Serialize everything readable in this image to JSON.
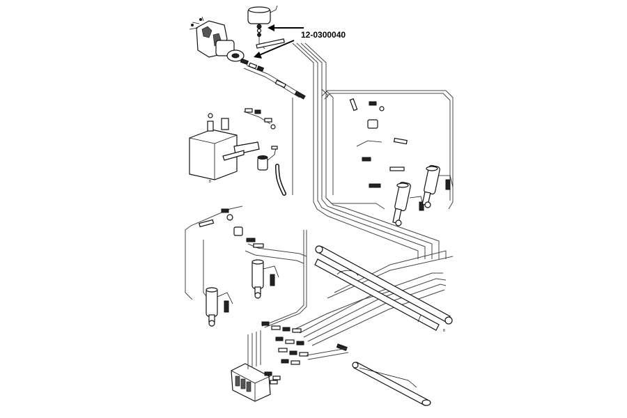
{
  "diagram": {
    "callout": {
      "part_number": "12-0300040"
    },
    "labels": {
      "tank_marker": "8",
      "boom_marker": "8"
    }
  }
}
